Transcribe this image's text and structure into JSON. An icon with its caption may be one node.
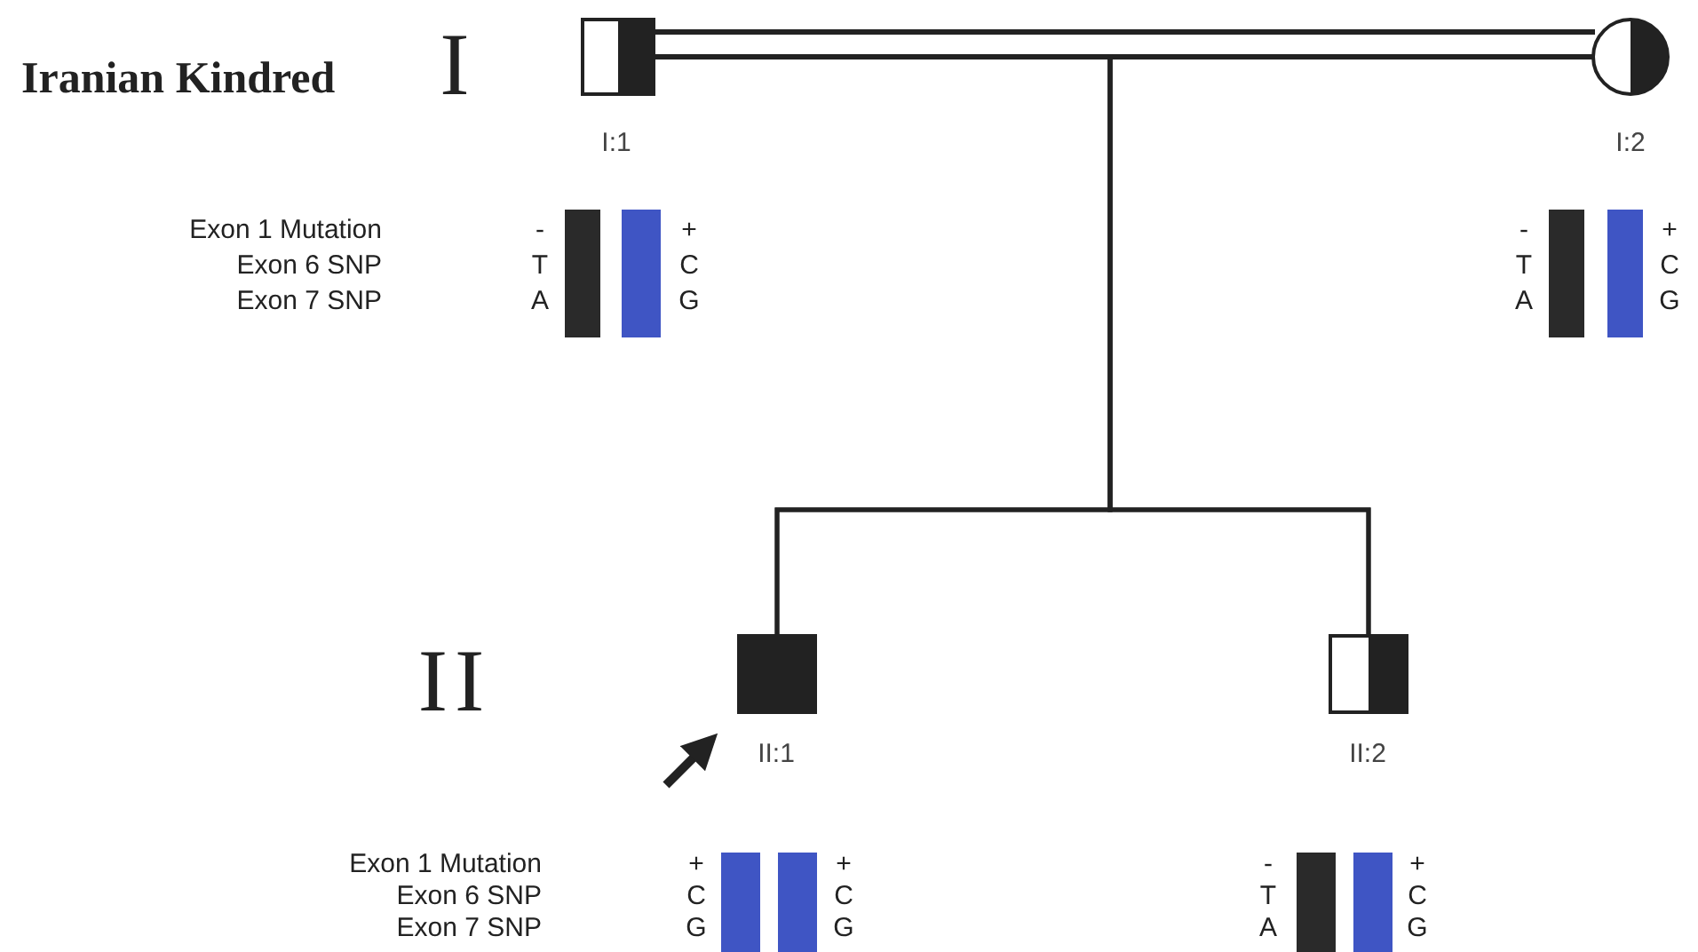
{
  "diagram": {
    "title": "Iranian Kindred",
    "nodes": [
      {
        "text": [],
        "shape": "box",
        "beside": [
          "I:1"
        ]
      },
      {
        "text": [],
        "shape": "circle",
        "beside": [
          "I:2"
        ]
      },
      {
        "text": [],
        "shape": "box",
        "beside": [
          "II:1"
        ]
      },
      {
        "text": [],
        "shape": "box",
        "beside": [
          "II:2"
        ]
      }
    ],
    "edges": [
      {
        "from": 0,
        "to": 1,
        "arrow": "none",
        "style": "thick"
      },
      {
        "from": 0,
        "to": 2,
        "arrow": "none"
      },
      {
        "from": 1,
        "to": 2,
        "arrow": "none"
      },
      {
        "from": 0,
        "to": 3,
        "arrow": "none"
      },
      {
        "from": 1,
        "to": 3,
        "arrow": "none"
      },
      {
        "from": null,
        "to": 2,
        "arrow": "to",
        "style": "thick"
      }
    ],
    "labels": [
      "I",
      "Exon 1 Mutation",
      "Exon 6 SNP",
      "Exon 7 SNP",
      "-",
      "T",
      "A",
      "+",
      "C",
      "G",
      "-",
      "T",
      "A",
      "+",
      "C",
      "G",
      "II",
      "Exon 1 Mutation",
      "Exon 6 SNP",
      "Exon 7 SNP",
      "+",
      "C",
      "G",
      "+",
      "C",
      "G",
      "-",
      "T",
      "A",
      "+",
      "C",
      "G"
    ]
  }
}
